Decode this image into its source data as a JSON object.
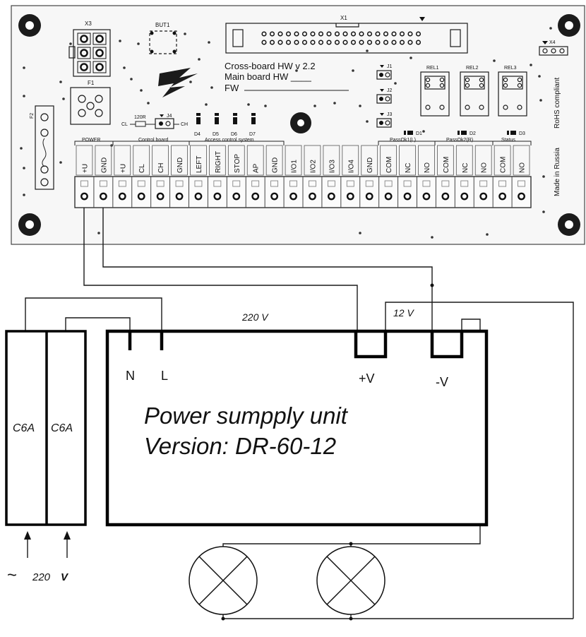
{
  "board": {
    "headers": {
      "x3": "X3",
      "but1": "BUT1",
      "x1": "X1",
      "x4": "X4",
      "f1": "F1",
      "f2": "F2",
      "j1": "J1",
      "j2": "J2",
      "j3": "J3",
      "j4": "J4",
      "r120": "120R",
      "cl": "CL",
      "ch": "CH",
      "rel1": "REL1",
      "rel2": "REL2",
      "rel3": "REL3"
    },
    "leds": [
      "D4",
      "D5",
      "D6",
      "D7"
    ],
    "status_leds": [
      "D1",
      "D2",
      "D3"
    ],
    "info": {
      "line1": "Cross-board HW v 2.2",
      "line2": "Main board   HW ____",
      "line3": "FW"
    },
    "side_text": {
      "rohs": "RoHS  compliant",
      "made": "Made  in  Russia"
    },
    "groups": [
      "POWER",
      "Control board",
      "Access control system",
      "PassOk1(L)",
      "PassOk2(R)",
      "Status"
    ],
    "terminals": [
      "+U",
      "GND",
      "+U",
      "CL",
      "CH",
      "GND",
      "LEFT",
      "RIGHT",
      "STOP",
      "AP",
      "GND",
      "I/O1",
      "I/O2",
      "I/O3",
      "I/O4",
      "GND",
      "COM",
      "NC",
      "NO",
      "COM",
      "NC",
      "NO",
      "COM",
      "NO"
    ]
  },
  "psu": {
    "title_line1": "Power sumpply unit",
    "title_line2": "Version: DR-60-12",
    "terminal_n": "N",
    "terminal_l": "L",
    "terminal_pos": "+V",
    "terminal_neg": "-V",
    "input_voltage": "220 V",
    "output_voltage": "12 V"
  },
  "breakers": [
    {
      "label": "C6A"
    },
    {
      "label": "C6A"
    }
  ],
  "mains": {
    "symbol": "~",
    "voltage": "220",
    "unit": "V"
  }
}
